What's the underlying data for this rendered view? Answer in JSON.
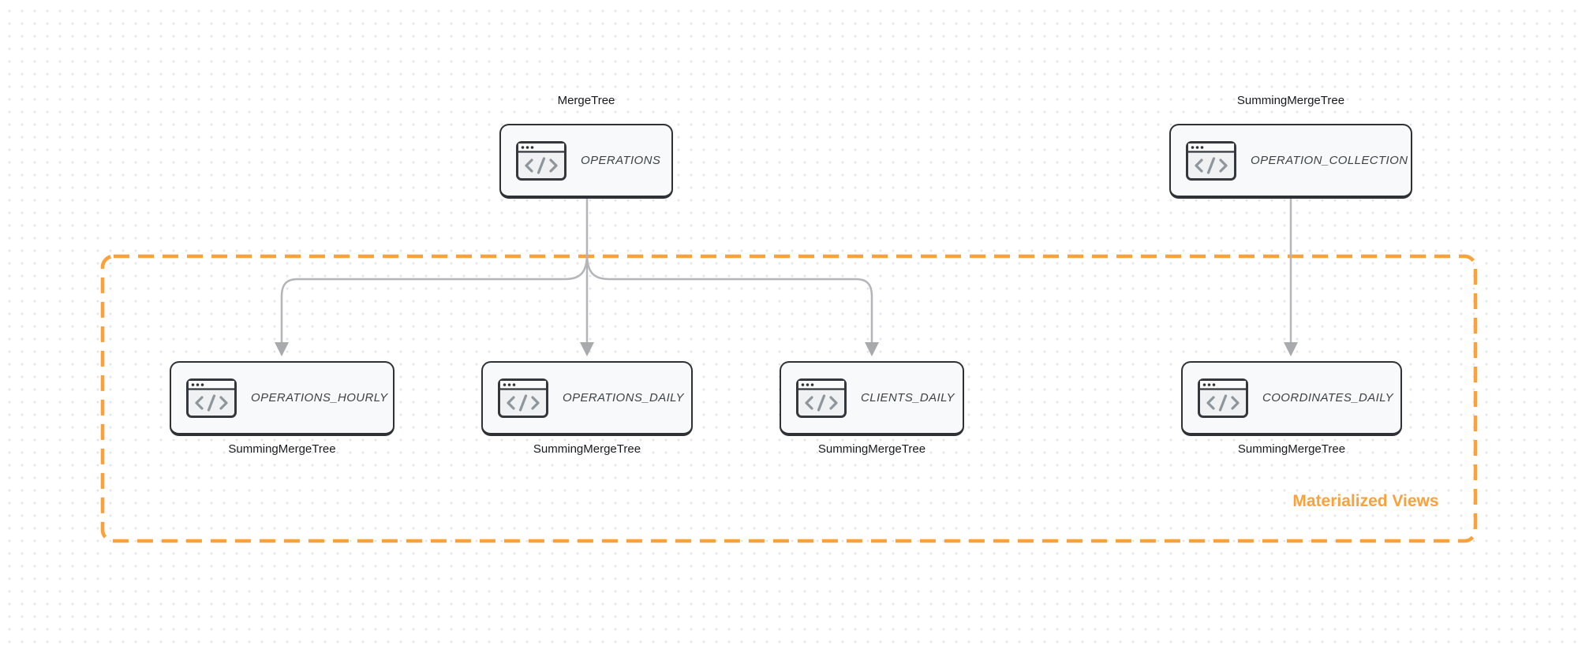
{
  "diagram": {
    "group": {
      "label": "Materialized Views"
    },
    "nodes": {
      "operations": {
        "engine": "MergeTree",
        "table": "OPERATIONS",
        "icon": "code-window-icon"
      },
      "operation_collection": {
        "engine": "SummingMergeTree",
        "table": "OPERATION_COLLECTION",
        "icon": "code-window-icon"
      },
      "operations_hourly": {
        "engine": "SummingMergeTree",
        "table": "OPERATIONS_HOURLY",
        "icon": "code-window-icon"
      },
      "operations_daily": {
        "engine": "SummingMergeTree",
        "table": "OPERATIONS_DAILY",
        "icon": "code-window-icon"
      },
      "clients_daily": {
        "engine": "SummingMergeTree",
        "table": "CLIENTS_DAILY",
        "icon": "code-window-icon"
      },
      "coordinates_daily": {
        "engine": "SummingMergeTree",
        "table": "COORDINATES_DAILY",
        "icon": "code-window-icon"
      }
    },
    "edges": [
      {
        "from": "OPERATIONS",
        "to": "OPERATIONS_HOURLY"
      },
      {
        "from": "OPERATIONS",
        "to": "OPERATIONS_DAILY"
      },
      {
        "from": "OPERATIONS",
        "to": "CLIENTS_DAILY"
      },
      {
        "from": "OPERATION_COLLECTION",
        "to": "COORDINATES_DAILY"
      }
    ],
    "colors": {
      "accent_orange": "#F9A23C",
      "node_border": "#2E3236",
      "node_fill": "#F8F9FA",
      "edge_gray": "#B4B5B8",
      "node_text": "#3D4347",
      "label_text": "#17191C"
    }
  }
}
